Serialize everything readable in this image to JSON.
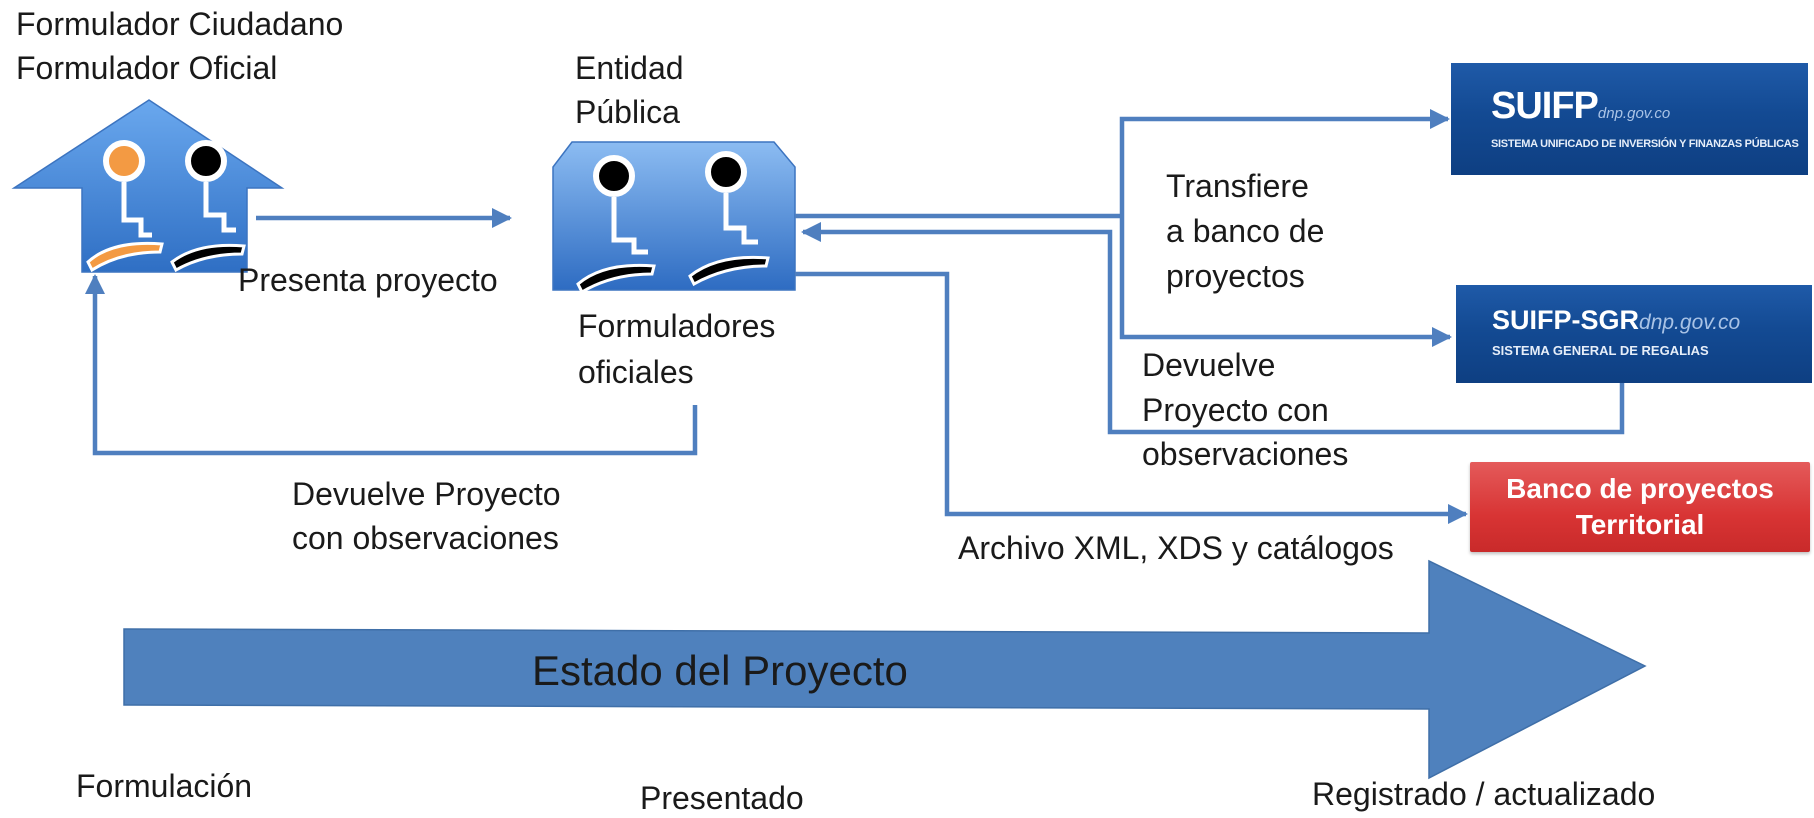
{
  "actors": {
    "formulador": {
      "line1": "Formulador Ciudadano",
      "line2": "Formulador Oficial"
    },
    "entidad": {
      "line1": "Entidad",
      "line2": "Pública"
    },
    "formuladores_oficiales": {
      "line1": "Formuladores",
      "line2": "oficiales"
    }
  },
  "flows": {
    "presenta": "Presenta proyecto",
    "devuelve_bottom": {
      "line1": "Devuelve Proyecto",
      "line2": "con observaciones"
    },
    "transfiere": {
      "line1": "Transfiere",
      "line2": "a banco de",
      "line3": "proyectos"
    },
    "devuelve_right": {
      "line1": "Devuelve",
      "line2": "Proyecto con",
      "line3": "observaciones"
    },
    "archivo": "Archivo XML, XDS y catálogos"
  },
  "systems": {
    "suifp": {
      "brand": "SUIFP",
      "domain": "dnp.gov.co",
      "subtitle": "SISTEMA UNIFICADO DE INVERSIÓN Y FINANZAS PÚBLICAS"
    },
    "suifp_sgr": {
      "brand": "SUIFP-SGR",
      "domain": "dnp.gov.co",
      "subtitle": "SISTEMA GENERAL DE REGALIAS"
    },
    "banco": {
      "line1": "Banco de proyectos",
      "line2": "Territorial"
    }
  },
  "timeline": {
    "label": "Estado del Proyecto",
    "stages": [
      "Formulación",
      "Presentado",
      "Registrado / actualizado"
    ]
  },
  "colors": {
    "connector": "#4f7fbf",
    "big_arrow": "#4f81bd",
    "house": "#4a8ad9",
    "banco": "#d83434",
    "person_orange": "#f39a43",
    "person_black": "#000000"
  }
}
